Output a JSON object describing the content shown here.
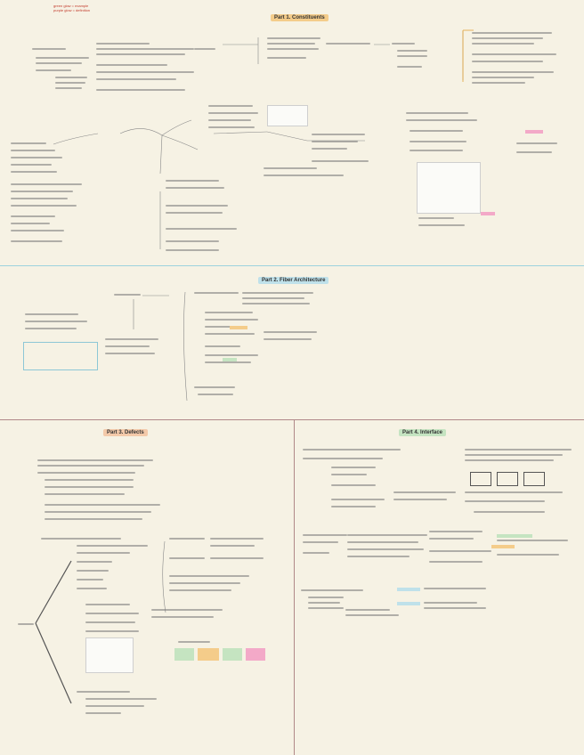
{
  "legend": {
    "line1": "green glow = example",
    "line2": "purple glow = definition"
  },
  "parts": [
    {
      "title": "Part 1. Constituents"
    },
    {
      "title": "Part 2. Fiber Architecture"
    },
    {
      "title": "Part 3. Defects"
    },
    {
      "title": "Part 4. Interface"
    }
  ],
  "colors": {
    "background": "#f6f2e4",
    "divider_blue": "#9cd2de",
    "divider_mauve": "#b08888",
    "highlight_orange": "#f4cc8a",
    "highlight_pink": "#f3a9c8",
    "highlight_green": "#c5e4c1",
    "highlight_blue": "#bfe1ea",
    "legend_red": "#c23a2a"
  }
}
